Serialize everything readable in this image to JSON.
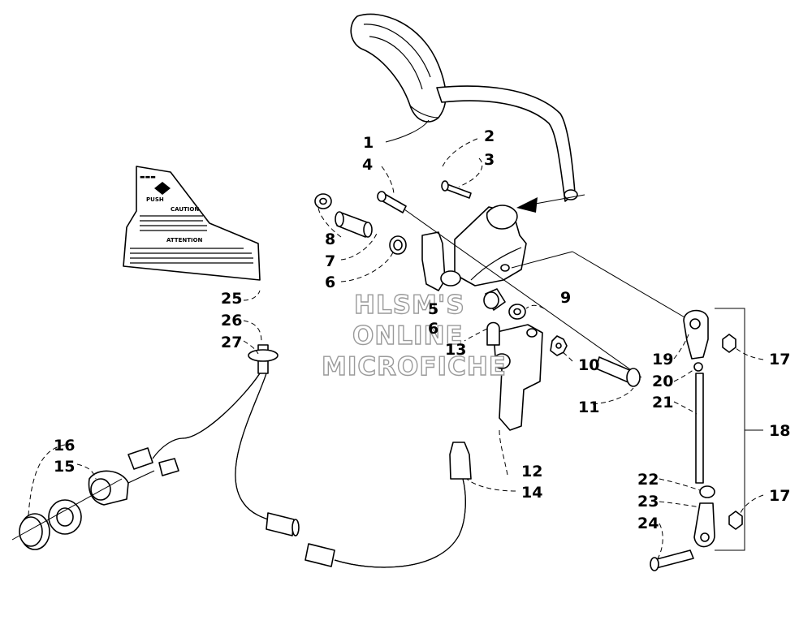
{
  "callouts": {
    "c1": "1",
    "c2": "2",
    "c3": "3",
    "c4": "4",
    "c5": "5",
    "c6a": "6",
    "c6b": "6",
    "c7": "7",
    "c8": "8",
    "c9": "9",
    "c10": "10",
    "c11": "11",
    "c12": "12",
    "c13": "13",
    "c14": "14",
    "c15": "15",
    "c16": "16",
    "c17a": "17",
    "c17b": "17",
    "c18": "18",
    "c19": "19",
    "c20": "20",
    "c21": "21",
    "c22": "22",
    "c23": "23",
    "c24": "24",
    "c25": "25",
    "c26": "26",
    "c27": "27"
  },
  "watermark": {
    "line1": "HLSM'S",
    "line2": "ONLINE",
    "line3": "MICROFICHE"
  },
  "decal": {
    "caution": "CAUTION",
    "attention": "ATTENTION",
    "push": "PUSH"
  }
}
